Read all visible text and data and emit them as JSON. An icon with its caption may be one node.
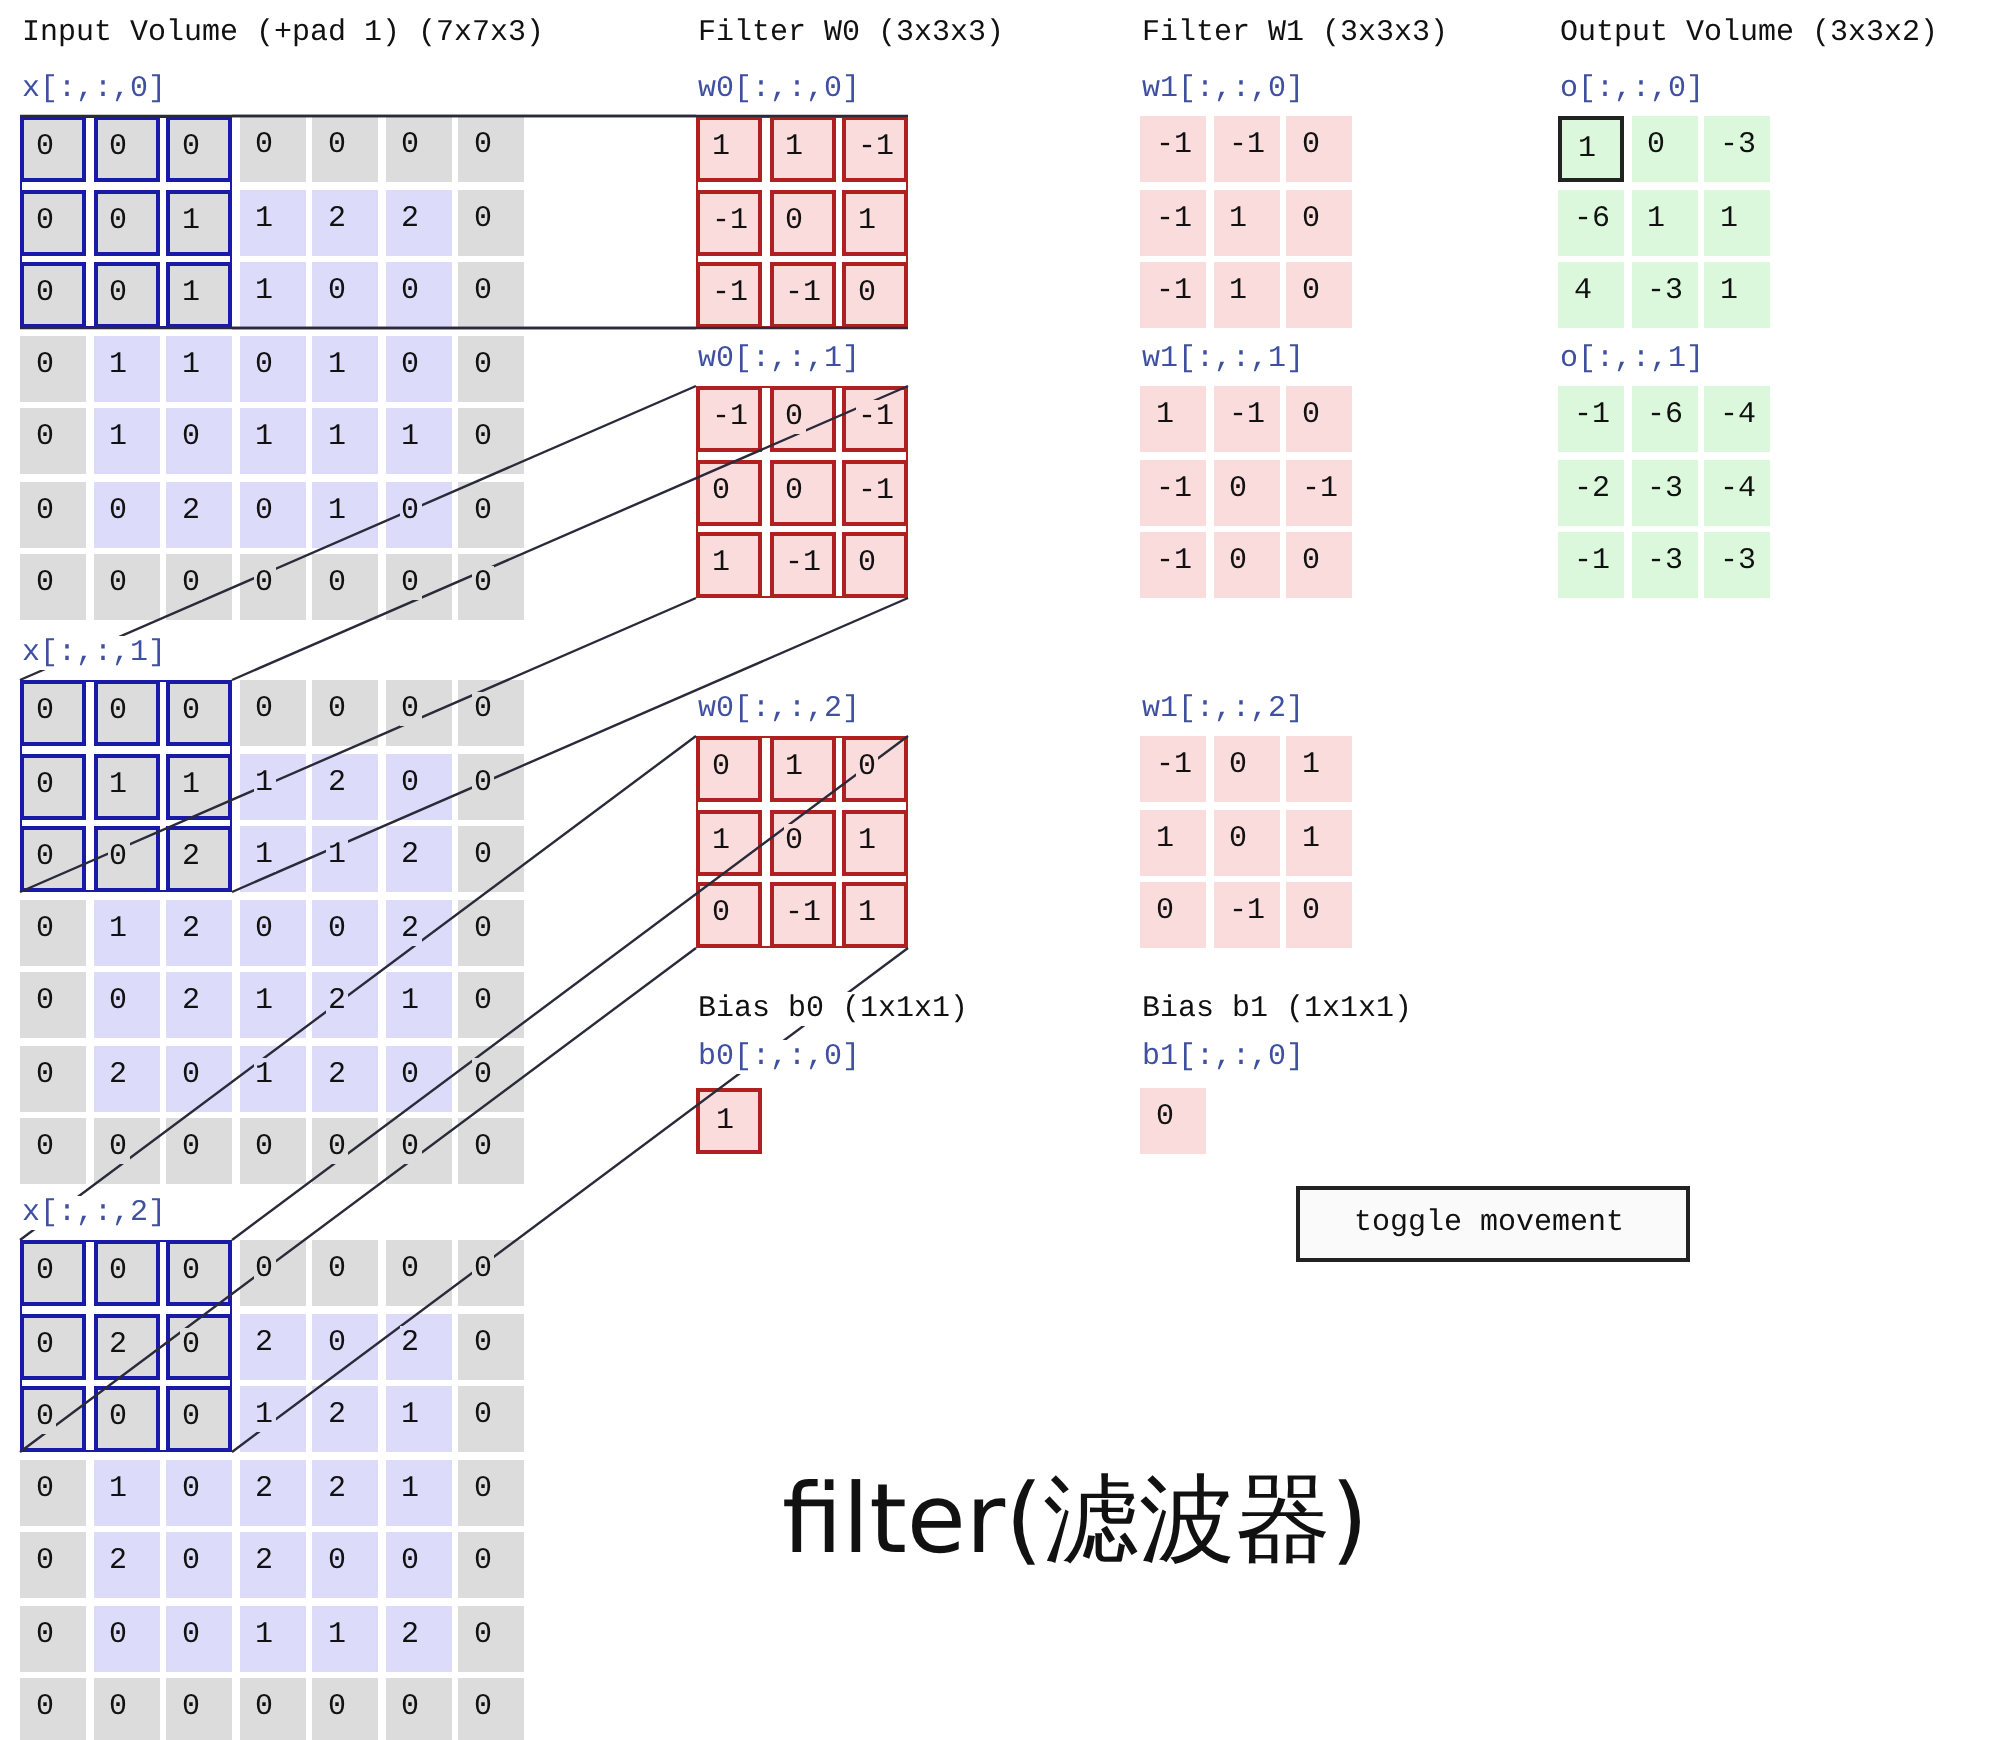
{
  "diagram": {
    "caption": "filter(滤波器)",
    "nodes": [
      {
        "text": [
          "0",
          "0",
          "0",
          "0",
          "0",
          "1",
          "0",
          "0",
          "1"
        ]
      },
      {
        "text": [
          "1",
          "1",
          "-1",
          "-1",
          "0",
          "1",
          "-1",
          "-1",
          "0"
        ]
      },
      {
        "text": [
          "0",
          "0",
          "0",
          "0",
          "1",
          "1",
          "0",
          "0",
          "2"
        ]
      },
      {
        "text": [
          "-1",
          "0",
          "-1",
          "0",
          "0",
          "-1",
          "1",
          "-1",
          "0"
        ]
      },
      {
        "text": [
          "0",
          "0",
          "0",
          "0",
          "2",
          "0",
          "0",
          "0",
          "0"
        ]
      },
      {
        "text": [
          "0",
          "1",
          "0",
          "1",
          "0",
          "1",
          "0",
          "-1",
          "1"
        ]
      }
    ],
    "edges": [
      {
        "from": 0,
        "to": 1,
        "arrow": "none"
      },
      {
        "from": 0,
        "to": 1,
        "arrow": "none"
      },
      {
        "from": 0,
        "to": 1,
        "arrow": "none"
      },
      {
        "from": 0,
        "to": 1,
        "arrow": "none"
      },
      {
        "from": 2,
        "to": 3,
        "arrow": "none"
      },
      {
        "from": 2,
        "to": 3,
        "arrow": "none"
      },
      {
        "from": 2,
        "to": 3,
        "arrow": "none"
      },
      {
        "from": 2,
        "to": 3,
        "arrow": "none"
      },
      {
        "from": 4,
        "to": 5,
        "arrow": "none"
      },
      {
        "from": 4,
        "to": 5,
        "arrow": "none"
      },
      {
        "from": 4,
        "to": 5,
        "arrow": "none"
      },
      {
        "from": 4,
        "to": 5,
        "arrow": "none"
      }
    ],
    "labels": [
      "Input Volume (+pad 1) (7x7x3)",
      "Filter W0 (3x3x3)",
      "Filter W1 (3x3x3)",
      "Output Volume (3x3x2)",
      "x[:,:,0]",
      "0",
      "0",
      "0",
      "0",
      "1",
      "2",
      "2",
      "0",
      "1",
      "0",
      "0",
      "0",
      "0",
      "1",
      "1",
      "0",
      "1",
      "0",
      "0",
      "0",
      "1",
      "0",
      "1",
      "1",
      "1",
      "0",
      "0",
      "0",
      "2",
      "0",
      "1",
      "0",
      "0",
      "0",
      "0",
      "0",
      "0",
      "0",
      "0",
      "0",
      "x[:,:,1]",
      "0",
      "0",
      "0",
      "0",
      "1",
      "2",
      "0",
      "0",
      "1",
      "1",
      "2",
      "0",
      "0",
      "1",
      "2",
      "0",
      "0",
      "2",
      "0",
      "0",
      "0",
      "2",
      "1",
      "2",
      "1",
      "0",
      "0",
      "2",
      "0",
      "1",
      "2",
      "0",
      "0",
      "0",
      "0",
      "0",
      "0",
      "0",
      "0",
      "0",
      "x[:,:,2]",
      "0",
      "0",
      "0",
      "0",
      "2",
      "0",
      "2",
      "0",
      "1",
      "2",
      "1",
      "0",
      "0",
      "1",
      "0",
      "2",
      "2",
      "1",
      "0",
      "0",
      "2",
      "0",
      "2",
      "0",
      "0",
      "0",
      "0",
      "0",
      "0",
      "1",
      "1",
      "2",
      "0",
      "0",
      "0",
      "0",
      "0",
      "0",
      "0",
      "0",
      "w0[:,:,0]",
      "w0[:,:,1]",
      "w0[:,:,2]",
      "Bias b0 (1x1x1)",
      "b0[:,:,0]",
      "1",
      "w1[:,:,0]",
      "-1",
      "-1",
      "0",
      "-1",
      "1",
      "0",
      "-1",
      "1",
      "0",
      "w1[:,:,1]",
      "1",
      "-1",
      "0",
      "-1",
      "0",
      "-1",
      "-1",
      "0",
      "0",
      "w1[:,:,2]",
      "-1",
      "0",
      "1",
      "1",
      "0",
      "1",
      "0",
      "-1",
      "0",
      "Bias b1 (1x1x1)",
      "b1[:,:,0]",
      "0",
      "o[:,:,0]",
      "1",
      "0",
      "-3",
      "-6",
      "1",
      "1",
      "4",
      "-3",
      "1",
      "o[:,:,1]",
      "-1",
      "-6",
      "-4",
      "-2",
      "-3",
      "-4",
      "-1",
      "-3",
      "-3",
      "toggle movement"
    ]
  }
}
